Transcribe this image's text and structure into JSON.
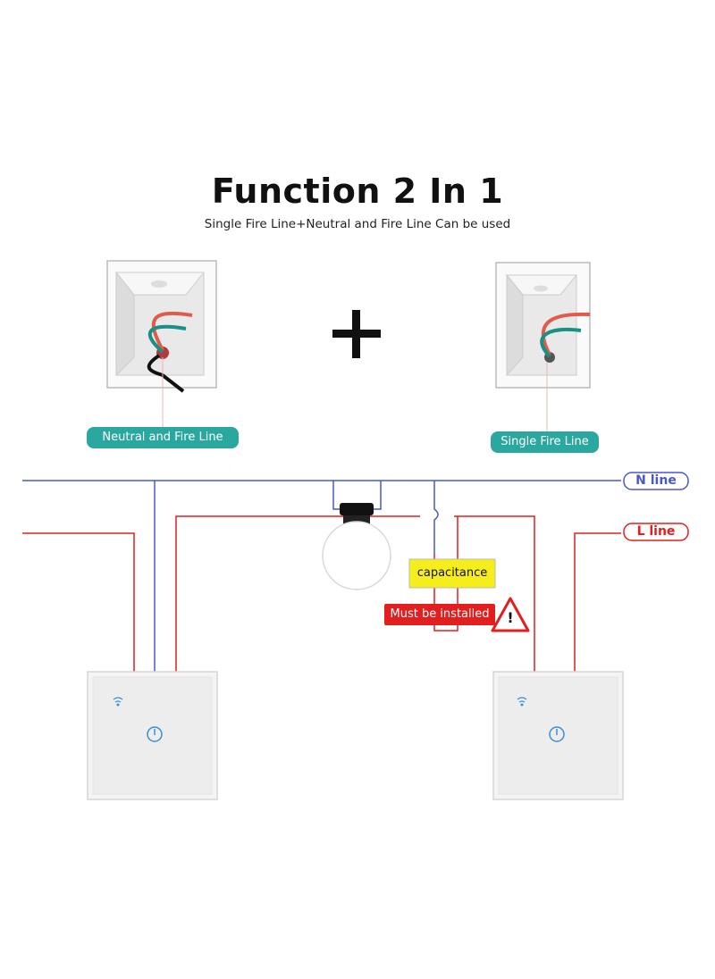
{
  "title": "Function 2 In 1",
  "subtitle": "Single Fire Line+Neutral and Fire Line Can be used",
  "plus_symbol": "+",
  "labels": {
    "neutral_fire": "Neutral and Fire Line",
    "single_fire": "Single Fire Line",
    "n_line": "N line",
    "l_line": "L line",
    "capacitance": "capacitance",
    "must_install": "Must be installed",
    "warning_mark": "!"
  },
  "colors": {
    "n_line": "#4a58c8",
    "l_line": "#e31e1e",
    "pill": "#2aa79e",
    "capacitance_bg": "#f5ee1a",
    "warning_bg": "#e31e1e"
  },
  "icons": [
    "wifi-icon",
    "power-icon",
    "warning-icon",
    "light-bulb-icon",
    "wall-box-icon"
  ]
}
